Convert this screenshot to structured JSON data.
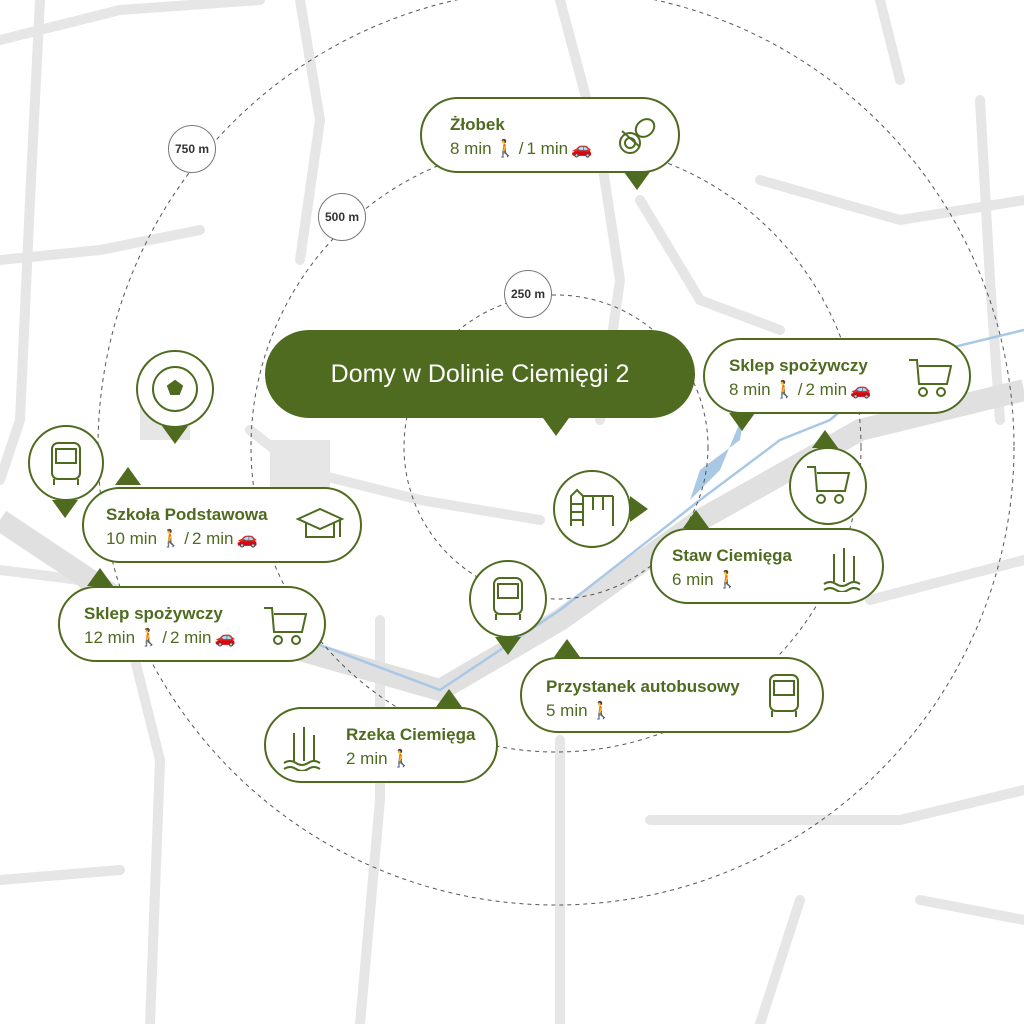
{
  "center": {
    "label": "Domy w Dolinie Ciemięgi 2"
  },
  "distances": [
    {
      "label": "250 m"
    },
    {
      "label": "500 m"
    },
    {
      "label": "750 m"
    }
  ],
  "pois": [
    {
      "title": "Żłobek",
      "walk": "8 min",
      "sep": "/",
      "drive": "1 min",
      "icon": "pacifier-icon"
    },
    {
      "title": "Sklep spożywczy",
      "walk": "8 min",
      "sep": "/",
      "drive": "2 min",
      "icon": "shopping-cart-icon"
    },
    {
      "title": "Szkoła Podstawowa",
      "walk": "10 min",
      "sep": "/",
      "drive": "2 min",
      "icon": "graduation-cap-icon"
    },
    {
      "title": "Sklep spożywczy",
      "walk": "12 min",
      "sep": "/",
      "drive": "2 min",
      "icon": "shopping-cart-icon"
    },
    {
      "title": "Staw Ciemięga",
      "walk": "6 min",
      "icon": "reeds-icon"
    },
    {
      "title": "Przystanek autobusowy",
      "walk": "5 min",
      "icon": "bus-icon"
    },
    {
      "title": "Rzeka Ciemięga",
      "walk": "2 min",
      "icon": "reeds-icon"
    }
  ],
  "markers": [
    {
      "icon": "soccer-ball-icon"
    },
    {
      "icon": "bus-icon"
    },
    {
      "icon": "playground-icon"
    },
    {
      "icon": "shopping-cart-icon"
    },
    {
      "icon": "bus-icon"
    }
  ],
  "colors": {
    "accent": "#4e6b1f",
    "road": "#e4e4e4",
    "water": "#a9c8e6"
  }
}
